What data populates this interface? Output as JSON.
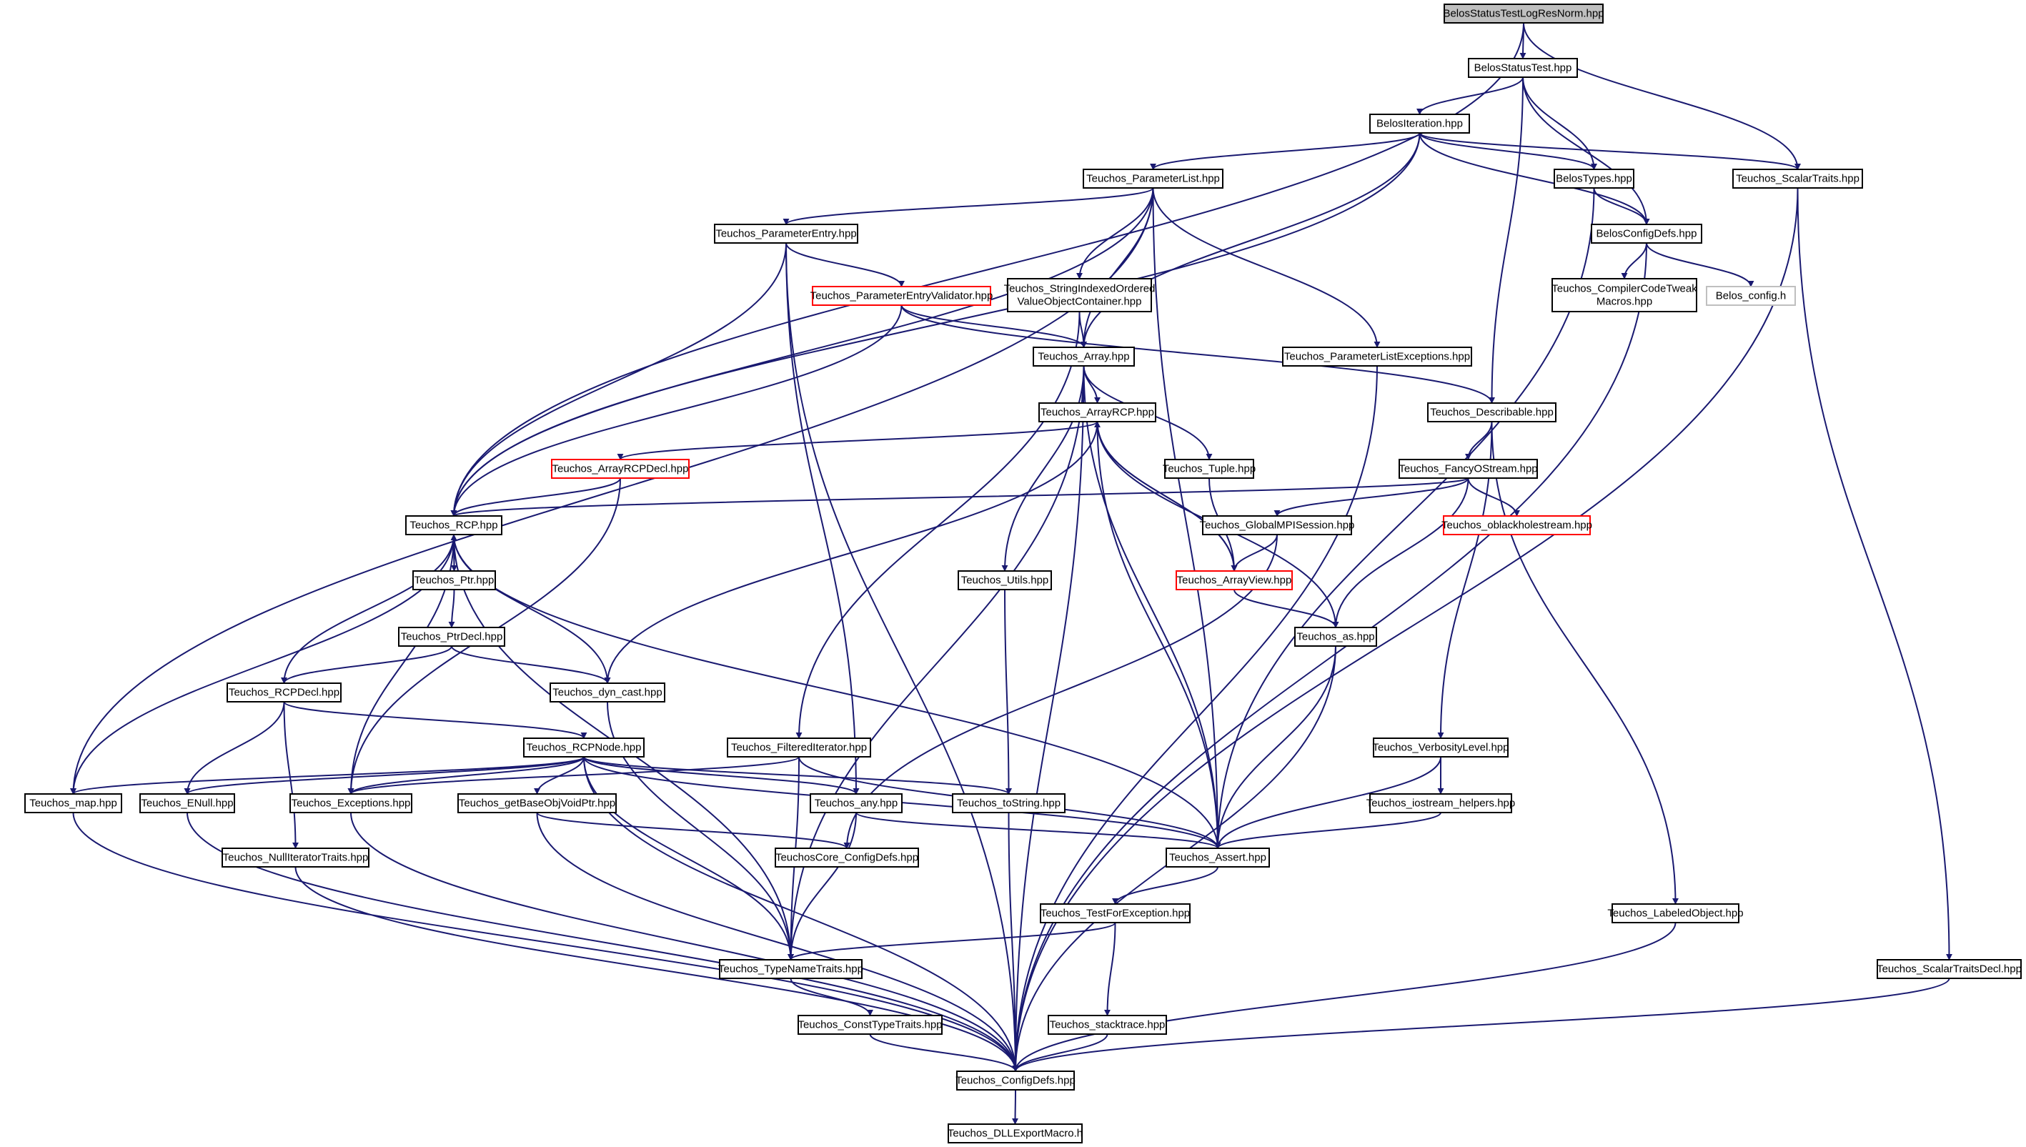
{
  "nodes": [
    {
      "id": "root",
      "lines": [
        "BelosStatusTestLogResNorm.hpp"
      ],
      "style": "root"
    },
    {
      "id": "statustest",
      "lines": [
        "BelosStatusTest.hpp"
      ]
    },
    {
      "id": "iteration",
      "lines": [
        "BelosIteration.hpp"
      ]
    },
    {
      "id": "scalartraits",
      "lines": [
        "Teuchos_ScalarTraits.hpp"
      ]
    },
    {
      "id": "paramlist",
      "lines": [
        "Teuchos_ParameterList.hpp"
      ]
    },
    {
      "id": "belostypes",
      "lines": [
        "BelosTypes.hpp"
      ]
    },
    {
      "id": "belosconfig",
      "lines": [
        "BelosConfigDefs.hpp"
      ]
    },
    {
      "id": "paramentry",
      "lines": [
        "Teuchos_ParameterEntry.hpp"
      ]
    },
    {
      "id": "compilertweak",
      "lines": [
        "Teuchos_CompilerCodeTweak",
        "Macros.hpp"
      ]
    },
    {
      "id": "belosconfigh",
      "lines": [
        "Belos_config.h"
      ],
      "style": "gray"
    },
    {
      "id": "pev",
      "lines": [
        "Teuchos_ParameterEntryValidator.hpp"
      ],
      "style": "red"
    },
    {
      "id": "strindexed",
      "lines": [
        "Teuchos_StringIndexedOrdered",
        "ValueObjectContainer.hpp"
      ]
    },
    {
      "id": "plexc",
      "lines": [
        "Teuchos_ParameterListExceptions.hpp"
      ]
    },
    {
      "id": "array",
      "lines": [
        "Teuchos_Array.hpp"
      ]
    },
    {
      "id": "describable",
      "lines": [
        "Teuchos_Describable.hpp"
      ]
    },
    {
      "id": "arrayrcp",
      "lines": [
        "Teuchos_ArrayRCP.hpp"
      ]
    },
    {
      "id": "arrayrcpdecl",
      "lines": [
        "Teuchos_ArrayRCPDecl.hpp"
      ],
      "style": "red"
    },
    {
      "id": "tuple",
      "lines": [
        "Teuchos_Tuple.hpp"
      ]
    },
    {
      "id": "fancyostream",
      "lines": [
        "Teuchos_FancyOStream.hpp"
      ]
    },
    {
      "id": "rcp",
      "lines": [
        "Teuchos_RCP.hpp"
      ]
    },
    {
      "id": "gmpi",
      "lines": [
        "Teuchos_GlobalMPISession.hpp"
      ]
    },
    {
      "id": "oblackhole",
      "lines": [
        "Teuchos_oblackholestream.hpp"
      ],
      "style": "red"
    },
    {
      "id": "ptr",
      "lines": [
        "Teuchos_Ptr.hpp"
      ]
    },
    {
      "id": "utils",
      "lines": [
        "Teuchos_Utils.hpp"
      ]
    },
    {
      "id": "arrayview",
      "lines": [
        "Teuchos_ArrayView.hpp"
      ],
      "style": "red"
    },
    {
      "id": "ptrdecl",
      "lines": [
        "Teuchos_PtrDecl.hpp"
      ]
    },
    {
      "id": "as",
      "lines": [
        "Teuchos_as.hpp"
      ]
    },
    {
      "id": "rcpdecl",
      "lines": [
        "Teuchos_RCPDecl.hpp"
      ]
    },
    {
      "id": "dyncast",
      "lines": [
        "Teuchos_dyn_cast.hpp"
      ]
    },
    {
      "id": "rcpnode",
      "lines": [
        "Teuchos_RCPNode.hpp"
      ]
    },
    {
      "id": "filtered",
      "lines": [
        "Teuchos_FilteredIterator.hpp"
      ]
    },
    {
      "id": "verbosity",
      "lines": [
        "Teuchos_VerbosityLevel.hpp"
      ]
    },
    {
      "id": "map",
      "lines": [
        "Teuchos_map.hpp"
      ]
    },
    {
      "id": "enull",
      "lines": [
        "Teuchos_ENull.hpp"
      ]
    },
    {
      "id": "exceptions",
      "lines": [
        "Teuchos_Exceptions.hpp"
      ]
    },
    {
      "id": "getbase",
      "lines": [
        "Teuchos_getBaseObjVoidPtr.hpp"
      ]
    },
    {
      "id": "any",
      "lines": [
        "Teuchos_any.hpp"
      ]
    },
    {
      "id": "tostring",
      "lines": [
        "Teuchos_toString.hpp"
      ]
    },
    {
      "id": "iostreamhelpers",
      "lines": [
        "Teuchos_iostream_helpers.hpp"
      ]
    },
    {
      "id": "nulliter",
      "lines": [
        "Teuchos_NullIteratorTraits.hpp"
      ]
    },
    {
      "id": "coreconfig",
      "lines": [
        "TeuchosCore_ConfigDefs.hpp"
      ]
    },
    {
      "id": "assert",
      "lines": [
        "Teuchos_Assert.hpp"
      ]
    },
    {
      "id": "testforexc",
      "lines": [
        "Teuchos_TestForException.hpp"
      ]
    },
    {
      "id": "labeled",
      "lines": [
        "Teuchos_LabeledObject.hpp"
      ]
    },
    {
      "id": "typename",
      "lines": [
        "Teuchos_TypeNameTraits.hpp"
      ]
    },
    {
      "id": "scalartraitsdecl",
      "lines": [
        "Teuchos_ScalarTraitsDecl.hpp"
      ]
    },
    {
      "id": "consttype",
      "lines": [
        "Teuchos_ConstTypeTraits.hpp"
      ]
    },
    {
      "id": "stacktrace",
      "lines": [
        "Teuchos_stacktrace.hpp"
      ]
    },
    {
      "id": "configdefs",
      "lines": [
        "Teuchos_ConfigDefs.hpp"
      ]
    },
    {
      "id": "dllexport",
      "lines": [
        "Teuchos_DLLExportMacro.h"
      ]
    }
  ],
  "edges": [
    [
      "root",
      "statustest"
    ],
    [
      "root",
      "scalartraits"
    ],
    [
      "root",
      "rcp"
    ],
    [
      "statustest",
      "iteration"
    ],
    [
      "statustest",
      "belostypes"
    ],
    [
      "statustest",
      "belosconfig"
    ],
    [
      "statustest",
      "describable"
    ],
    [
      "iteration",
      "paramlist"
    ],
    [
      "iteration",
      "belostypes"
    ],
    [
      "iteration",
      "belosconfig"
    ],
    [
      "iteration",
      "scalartraits"
    ],
    [
      "iteration",
      "rcp"
    ],
    [
      "iteration",
      "array"
    ],
    [
      "scalartraits",
      "scalartraitsdecl"
    ],
    [
      "scalartraits",
      "configdefs"
    ],
    [
      "belostypes",
      "belosconfig"
    ],
    [
      "belostypes",
      "assert"
    ],
    [
      "belosconfig",
      "compilertweak"
    ],
    [
      "belosconfig",
      "belosconfigh"
    ],
    [
      "belosconfig",
      "configdefs"
    ],
    [
      "paramlist",
      "paramentry"
    ],
    [
      "paramlist",
      "strindexed"
    ],
    [
      "paramlist",
      "plexc"
    ],
    [
      "paramlist",
      "array"
    ],
    [
      "paramlist",
      "rcp"
    ],
    [
      "paramlist",
      "map"
    ],
    [
      "paramlist",
      "assert"
    ],
    [
      "paramentry",
      "pev"
    ],
    [
      "paramentry",
      "rcp"
    ],
    [
      "paramentry",
      "any"
    ],
    [
      "paramentry",
      "configdefs"
    ],
    [
      "pev",
      "array"
    ],
    [
      "pev",
      "describable"
    ],
    [
      "pev",
      "rcp"
    ],
    [
      "strindexed",
      "array"
    ],
    [
      "strindexed",
      "filtered"
    ],
    [
      "plexc",
      "configdefs"
    ],
    [
      "array",
      "arrayrcp"
    ],
    [
      "array",
      "tuple"
    ],
    [
      "array",
      "utils"
    ],
    [
      "array",
      "assert"
    ],
    [
      "array",
      "typename"
    ],
    [
      "array",
      "configdefs"
    ],
    [
      "describable",
      "fancyostream"
    ],
    [
      "describable",
      "verbosity"
    ],
    [
      "describable",
      "labeled"
    ],
    [
      "arrayrcp",
      "arrayrcpdecl"
    ],
    [
      "arrayrcp",
      "arrayview"
    ],
    [
      "arrayrcp",
      "as"
    ],
    [
      "arrayrcp",
      "dyncast"
    ],
    [
      "arrayrcp",
      "assert"
    ],
    [
      "arrayrcpdecl",
      "rcp"
    ],
    [
      "arrayrcpdecl",
      "exceptions"
    ],
    [
      "tuple",
      "arrayview"
    ],
    [
      "fancyostream",
      "gmpi"
    ],
    [
      "fancyostream",
      "oblackhole"
    ],
    [
      "fancyostream",
      "as"
    ],
    [
      "fancyostream",
      "rcp"
    ],
    [
      "gmpi",
      "arrayview"
    ],
    [
      "gmpi",
      "coreconfig"
    ],
    [
      "arrayview",
      "arrayrcp"
    ],
    [
      "arrayview",
      "as"
    ],
    [
      "rcp",
      "ptr"
    ],
    [
      "rcp",
      "rcpdecl"
    ],
    [
      "rcp",
      "dyncast"
    ],
    [
      "rcp",
      "map"
    ],
    [
      "rcp",
      "exceptions"
    ],
    [
      "rcp",
      "typename"
    ],
    [
      "rcp",
      "assert"
    ],
    [
      "ptr",
      "rcp"
    ],
    [
      "ptr",
      "ptrdecl"
    ],
    [
      "ptrdecl",
      "rcpdecl"
    ],
    [
      "ptrdecl",
      "dyncast"
    ],
    [
      "utils",
      "tostring"
    ],
    [
      "as",
      "assert"
    ],
    [
      "as",
      "configdefs"
    ],
    [
      "rcpdecl",
      "rcpnode"
    ],
    [
      "rcpdecl",
      "enull"
    ],
    [
      "rcpdecl",
      "nulliter"
    ],
    [
      "dyncast",
      "typename"
    ],
    [
      "rcpnode",
      "map"
    ],
    [
      "rcpnode",
      "enull"
    ],
    [
      "rcpnode",
      "exceptions"
    ],
    [
      "rcpnode",
      "getbase"
    ],
    [
      "rcpnode",
      "any"
    ],
    [
      "rcpnode",
      "tostring"
    ],
    [
      "rcpnode",
      "assert"
    ],
    [
      "rcpnode",
      "typename"
    ],
    [
      "rcpnode",
      "configdefs"
    ],
    [
      "filtered",
      "exceptions"
    ],
    [
      "filtered",
      "assert"
    ],
    [
      "filtered",
      "typename"
    ],
    [
      "verbosity",
      "iostreamhelpers"
    ],
    [
      "verbosity",
      "assert"
    ],
    [
      "any",
      "assert"
    ],
    [
      "any",
      "typename"
    ],
    [
      "tostring",
      "configdefs"
    ],
    [
      "iostreamhelpers",
      "assert"
    ],
    [
      "getbase",
      "coreconfig"
    ],
    [
      "getbase",
      "configdefs"
    ],
    [
      "map",
      "configdefs"
    ],
    [
      "enull",
      "configdefs"
    ],
    [
      "exceptions",
      "configdefs"
    ],
    [
      "nulliter",
      "configdefs"
    ],
    [
      "assert",
      "testforexc"
    ],
    [
      "testforexc",
      "typename"
    ],
    [
      "testforexc",
      "stacktrace"
    ],
    [
      "labeled",
      "configdefs"
    ],
    [
      "typename",
      "consttype"
    ],
    [
      "scalartraitsdecl",
      "configdefs"
    ],
    [
      "consttype",
      "configdefs"
    ],
    [
      "stacktrace",
      "configdefs"
    ],
    [
      "configdefs",
      "dllexport"
    ]
  ]
}
